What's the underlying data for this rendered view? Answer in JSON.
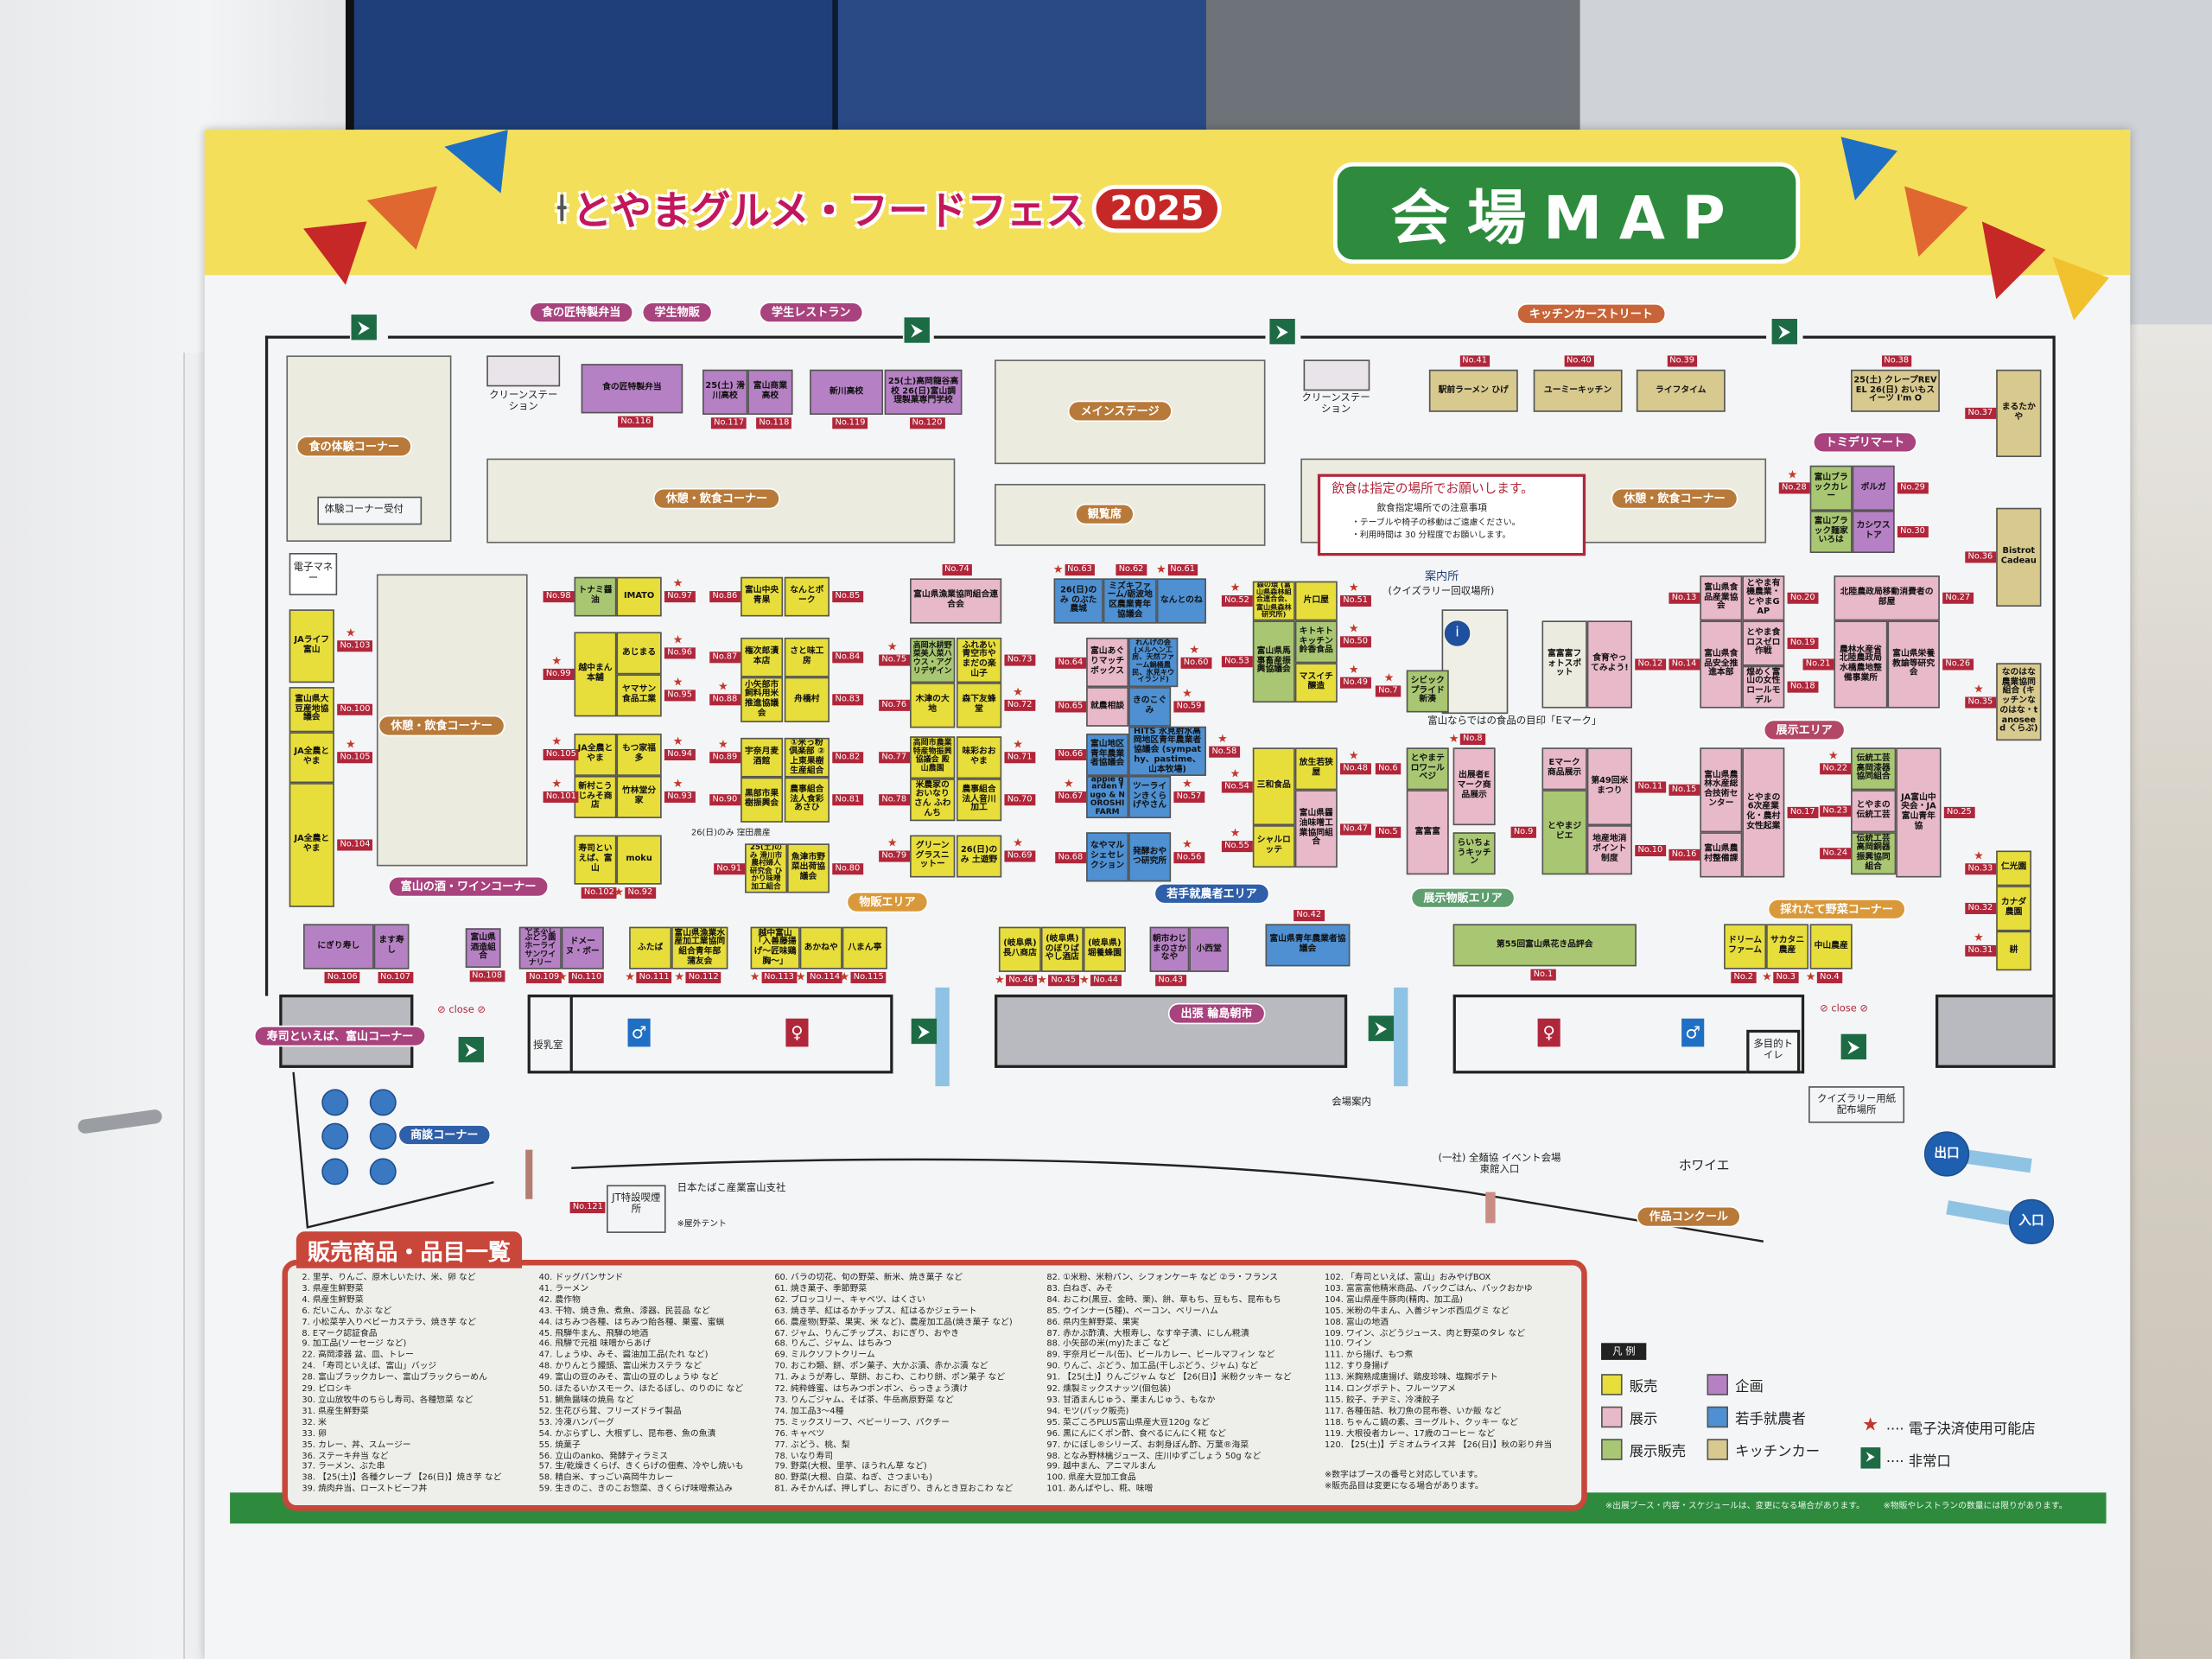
{
  "header": {
    "title": "とやまグルメ・フードフェス",
    "year": "2025",
    "map_title": "会場MAP"
  },
  "colors": {
    "sale": "#e7de3c",
    "event": "#b681c4",
    "exhibit": "#e7b9c9",
    "young": "#4e90d2",
    "exsale": "#a9c772",
    "kitchen": "#d8c98f",
    "plain": "#ecebdf"
  },
  "zones": [
    {
      "label": "食の匠特製弁当",
      "color": "#a8437e"
    },
    {
      "label": "学生物販",
      "color": "#a8437e"
    },
    {
      "label": "学生レストラン",
      "color": "#a8437e"
    },
    {
      "label": "キッチンカーストリート",
      "color": "#c8643a"
    },
    {
      "label": "食の体験コーナー",
      "color": "#b87a3a"
    },
    {
      "label": "休憩・飲食コーナー",
      "color": "#b87a3a"
    },
    {
      "label": "メインステージ",
      "color": "#b87a3a"
    },
    {
      "label": "観覧席",
      "color": "#b87a3a"
    },
    {
      "label": "休憩・飲食コーナー",
      "color": "#b87a3a"
    },
    {
      "label": "トミデリマート",
      "color": "#a8437e"
    },
    {
      "label": "休憩・飲食コーナー",
      "color": "#b87a3a"
    },
    {
      "label": "富山の酒・ワインコーナー",
      "color": "#a8437e"
    },
    {
      "label": "物販エリア",
      "color": "#d9993a"
    },
    {
      "label": "若手就農者エリア",
      "color": "#2f5fa8"
    },
    {
      "label": "展示物販エリア",
      "color": "#5f9e6e"
    },
    {
      "label": "展示エリア",
      "color": "#b34866"
    },
    {
      "label": "採れたて野菜コーナー",
      "color": "#d9993a"
    },
    {
      "label": "寿司といえば、富山コーナー",
      "color": "#a8437e"
    },
    {
      "label": "出張 輪島朝市",
      "color": "#a8437e"
    },
    {
      "label": "商談コーナー",
      "color": "#2f5fa8"
    },
    {
      "label": "作品コンクール",
      "color": "#b87a3a"
    }
  ],
  "booths": [
    {
      "no": "116",
      "name": "食の匠特製弁当",
      "cat": "event"
    },
    {
      "no": "117",
      "name": "25(土) 滑川高校",
      "cat": "event"
    },
    {
      "no": "118",
      "name": "富山商業高校",
      "cat": "event"
    },
    {
      "no": "119",
      "name": "新川高校",
      "cat": "event"
    },
    {
      "no": "120",
      "name": "25(土)高岡龍谷高校 26(日)富山調理製菓専門学校",
      "cat": "event"
    },
    {
      "no": "41",
      "name": "駅前ラーメン ひげ",
      "cat": "kitchen"
    },
    {
      "no": "40",
      "name": "ユーミーキッチン",
      "cat": "kitchen"
    },
    {
      "no": "39",
      "name": "ライフタイム",
      "cat": "kitchen"
    },
    {
      "no": "38",
      "name": "25(土) クレープREVEL 26(日) おいもスイーツ I'm O",
      "cat": "kitchen"
    },
    {
      "no": "37",
      "name": "まるたかや",
      "cat": "kitchen"
    },
    {
      "no": "36",
      "name": "Bistrot Cadeau",
      "cat": "kitchen"
    },
    {
      "no": "35",
      "name": "なのはな農業協同組合 (キッチンなのはな・tanoseed くらぶ)",
      "cat": "kitchen",
      "star": true
    },
    {
      "no": "28",
      "name": "富山ブラックカレー",
      "cat": "exsale",
      "star": true
    },
    {
      "no": "29",
      "name": "ポルガ",
      "cat": "event"
    },
    {
      "no": "",
      "name": "富山ブラック麺家いろは",
      "cat": "exsale"
    },
    {
      "no": "30",
      "name": "カシワストア",
      "cat": "event"
    },
    {
      "no": "103",
      "name": "JAライフ富山",
      "cat": "sale",
      "star": true
    },
    {
      "no": "100",
      "name": "富山県大豆産地協議会",
      "cat": "sale"
    },
    {
      "no": "105",
      "name": "JA全農とやま",
      "cat": "sale",
      "star": true
    },
    {
      "no": "104",
      "name": "JA全農とやま",
      "cat": "sale"
    },
    {
      "no": "98",
      "name": "トナミ醤油",
      "cat": "exsale"
    },
    {
      "no": "97",
      "name": "IMATO",
      "cat": "sale",
      "star": true
    },
    {
      "no": "99",
      "name": "越中まん本舗",
      "cat": "sale",
      "star": true
    },
    {
      "no": "96",
      "name": "あじまる",
      "cat": "sale",
      "star": true
    },
    {
      "no": "95",
      "name": "ヤマサン食品工業",
      "cat": "sale",
      "star": true
    },
    {
      "no": "105",
      "name": "JA全農とやま",
      "cat": "sale",
      "star": true
    },
    {
      "no": "94",
      "name": "もつ家福多",
      "cat": "sale",
      "star": true
    },
    {
      "no": "101",
      "name": "新村こうじみそ商店",
      "cat": "sale",
      "star": true
    },
    {
      "no": "93",
      "name": "竹林堂分家",
      "cat": "sale",
      "star": true
    },
    {
      "no": "102",
      "name": "寿司といえば、富山",
      "cat": "sale"
    },
    {
      "no": "92",
      "name": "moku",
      "cat": "sale",
      "star": true
    },
    {
      "no": "86",
      "name": "富山中央青果",
      "cat": "sale"
    },
    {
      "no": "85",
      "name": "なんとポーク",
      "cat": "sale"
    },
    {
      "no": "87",
      "name": "権次郎漬本店",
      "cat": "sale"
    },
    {
      "no": "84",
      "name": "さと味工房",
      "cat": "sale"
    },
    {
      "no": "88",
      "name": "小矢部市飼料用米推進協議会",
      "cat": "sale",
      "star": true
    },
    {
      "no": "83",
      "name": "舟橋村",
      "cat": "sale"
    },
    {
      "no": "89",
      "name": "宇奈月麦酒館",
      "cat": "sale",
      "star": true
    },
    {
      "no": "82",
      "name": "①米っ粉倶楽部 ②上東果樹生産組合",
      "cat": "sale"
    },
    {
      "no": "90",
      "name": "黒部市果樹振興会",
      "cat": "sale"
    },
    {
      "no": "81",
      "name": "農事組合法人食彩あさひ",
      "cat": "sale"
    },
    {
      "no": "91",
      "name": "25(土)のみ 滑川市農村婦人研究会 ひかり味噌加工組合",
      "cat": "sale"
    },
    {
      "no": "80",
      "name": "魚津市野菜出荷協議会",
      "cat": "sale"
    },
    {
      "no": "74",
      "name": "富山県漁業協同組合連合会",
      "cat": "exhibit"
    },
    {
      "no": "75",
      "name": "高岡水耕野菜美人菜ハウス・アグリデザイン",
      "cat": "exsale",
      "star": true
    },
    {
      "no": "73",
      "name": "ふれあい青空市やまだの楽山子",
      "cat": "sale"
    },
    {
      "no": "76",
      "name": "木津の大地",
      "cat": "sale"
    },
    {
      "no": "72",
      "name": "森下友蜂堂",
      "cat": "sale",
      "star": true
    },
    {
      "no": "77",
      "name": "高岡市農業特産物振興協議会 殿山農園",
      "cat": "sale"
    },
    {
      "no": "71",
      "name": "味彩おおやま",
      "cat": "sale",
      "star": true
    },
    {
      "no": "78",
      "name": "米農家のおいなりさん ふわんち",
      "cat": "sale"
    },
    {
      "no": "70",
      "name": "農事組合法人音川加工",
      "cat": "sale"
    },
    {
      "no": "79",
      "name": "グリーングラスニットー",
      "cat": "sale",
      "star": true
    },
    {
      "no": "69",
      "name": "26(日)のみ 土遊野",
      "cat": "sale",
      "star": true
    },
    {
      "no": "63",
      "name": "26(日)のみ のぶた農城",
      "cat": "young",
      "star": true
    },
    {
      "no": "62",
      "name": "ミズキファーム/砺波地区農業青年協議会",
      "cat": "young"
    },
    {
      "no": "61",
      "name": "なんとのね",
      "cat": "young",
      "star": true
    },
    {
      "no": "64",
      "name": "富山あぐりマッチボックス",
      "cat": "exhibit"
    },
    {
      "no": "60",
      "name": "れんげの会 (メルヘン工房、天然ファーム鍋桶農民、氷見キウイランド)",
      "cat": "young",
      "star": true
    },
    {
      "no": "65",
      "name": "就農相談",
      "cat": "exhibit"
    },
    {
      "no": "59",
      "name": "きのこぐみ",
      "cat": "young",
      "star": true
    },
    {
      "no": "66",
      "name": "富山地区青年農業者協議会",
      "cat": "young"
    },
    {
      "no": "58",
      "name": "HITS 氷見射水高岡地区青年農業者協議会 (sympathy、pastime、山本牧場)",
      "cat": "young",
      "star": true
    },
    {
      "no": "67",
      "name": "apple garden fugo & NOROSHI FARM",
      "cat": "young",
      "star": true
    },
    {
      "no": "57",
      "name": "ツーラインきくらげやさん",
      "cat": "young",
      "star": true
    },
    {
      "no": "68",
      "name": "なやマルシェセレクション",
      "cat": "young"
    },
    {
      "no": "56",
      "name": "発酵おやつ研究所",
      "cat": "young",
      "star": true
    },
    {
      "no": "52",
      "name": "森の環 (富山県森林組合連合会、富山県森林研究所)",
      "cat": "sale",
      "star": true
    },
    {
      "no": "51",
      "name": "片口屋",
      "cat": "sale",
      "star": true
    },
    {
      "no": "53",
      "name": "富山県馬事畜産振興協議会",
      "cat": "exsale"
    },
    {
      "no": "50",
      "name": "キトキトキッチン鈴香食品",
      "cat": "exsale",
      "star": true
    },
    {
      "no": "49",
      "name": "マスイチ醸造",
      "cat": "sale",
      "star": true
    },
    {
      "no": "54",
      "name": "三和食品",
      "cat": "sale",
      "star": true
    },
    {
      "no": "48",
      "name": "放生若狭屋",
      "cat": "sale",
      "star": true
    },
    {
      "no": "47",
      "name": "富山県醤油味噌工業協同組合",
      "cat": "exhibit"
    },
    {
      "no": "55",
      "name": "シャルロッテ",
      "cat": "sale",
      "star": true
    },
    {
      "no": "7",
      "name": "シビックプライド新湊",
      "cat": "exsale",
      "star": true
    },
    {
      "no": "",
      "name": "富富富フォトスポット",
      "cat": "plain"
    },
    {
      "no": "12",
      "name": "食育やってみよう!",
      "cat": "exhibit"
    },
    {
      "no": "6",
      "name": "とやまテロワールベジ",
      "cat": "exsale"
    },
    {
      "no": "5",
      "name": "富富富",
      "cat": "exhibit"
    },
    {
      "no": "8",
      "name": "出展者Eマーク商品展示",
      "cat": "exhibit",
      "star": true
    },
    {
      "no": "",
      "name": "らいちょうキッチン",
      "cat": "exsale"
    },
    {
      "no": "",
      "name": "Eマーク商品展示",
      "cat": "exhibit"
    },
    {
      "no": "11",
      "name": "第49回米まつり",
      "cat": "exhibit"
    },
    {
      "no": "9",
      "name": "とやまジビエ",
      "cat": "exsale"
    },
    {
      "no": "10",
      "name": "地産地消ポイント制度",
      "cat": "exhibit"
    },
    {
      "no": "13",
      "name": "富山県食品産業協会",
      "cat": "exhibit"
    },
    {
      "no": "20",
      "name": "とやま有機農業・とやまGAP",
      "cat": "exhibit"
    },
    {
      "no": "14",
      "name": "富山県食品安全推進本部",
      "cat": "exhibit"
    },
    {
      "no": "19",
      "name": "とやま食ロスゼロ作戦",
      "cat": "exhibit"
    },
    {
      "no": "18",
      "name": "煌めく富山の女性ロールモデル",
      "cat": "exhibit"
    },
    {
      "no": "27",
      "name": "北陸農政局移動消費者の部屋",
      "cat": "exhibit"
    },
    {
      "no": "21",
      "name": "農林水産省北陸農政局水橋農地整備事業所",
      "cat": "exhibit"
    },
    {
      "no": "26",
      "name": "富山県栄養教諭等研究会",
      "cat": "exhibit"
    },
    {
      "no": "15",
      "name": "富山県農林水産総合技術センター",
      "cat": "exhibit"
    },
    {
      "no": "17",
      "name": "とやまの6次産業化・農村女性起業",
      "cat": "exhibit"
    },
    {
      "no": "16",
      "name": "富山県農村整備課",
      "cat": "exhibit"
    },
    {
      "no": "22",
      "name": "伝統工芸高岡漆器協同組合",
      "cat": "exsale",
      "star": true
    },
    {
      "no": "23",
      "name": "とやまの伝統工芸",
      "cat": "exhibit"
    },
    {
      "no": "24",
      "name": "伝統工芸高岡銅器振興協同組合",
      "cat": "exsale"
    },
    {
      "no": "25",
      "name": "JA富山中央会・JA富山青年協",
      "cat": "exhibit"
    },
    {
      "no": "33",
      "name": "仁光園",
      "cat": "sale",
      "star": true
    },
    {
      "no": "32",
      "name": "カナダ農園",
      "cat": "sale"
    },
    {
      "no": "31",
      "name": "耕",
      "cat": "sale",
      "star": true
    },
    {
      "no": "2",
      "name": "ドリームファーム",
      "cat": "sale"
    },
    {
      "no": "3",
      "name": "サカタニ農産",
      "cat": "sale",
      "star": true
    },
    {
      "no": "4",
      "name": "中山農産",
      "cat": "sale",
      "star": true
    },
    {
      "no": "1",
      "name": "第55回富山県花き品評会",
      "cat": "exsale"
    },
    {
      "no": "46",
      "name": "(岐阜県) 長八商店",
      "cat": "sale",
      "star": true
    },
    {
      "no": "45",
      "name": "(岐阜県) のぼりばやし酒店",
      "cat": "sale",
      "star": true
    },
    {
      "no": "44",
      "name": "(岐阜県) 堀養蜂園",
      "cat": "sale",
      "star": true
    },
    {
      "no": "43",
      "name": "朝市わじまのさかなや",
      "cat": "event"
    },
    {
      "no": "",
      "name": "小西堂",
      "cat": "event"
    },
    {
      "no": "42",
      "name": "富山県青年農業者協議会",
      "cat": "young"
    },
    {
      "no": "106",
      "name": "にぎり寿し",
      "cat": "event"
    },
    {
      "no": "107",
      "name": "ます寿し",
      "cat": "event"
    },
    {
      "no": "108",
      "name": "富山県酒造組合",
      "cat": "event"
    },
    {
      "no": "109",
      "name": "やまふじぶどう園ホーライサンワイナリー",
      "cat": "event"
    },
    {
      "no": "110",
      "name": "ドメーヌ・ボー",
      "cat": "event",
      "star": true
    },
    {
      "no": "111",
      "name": "ふたば",
      "cat": "sale",
      "star": true
    },
    {
      "no": "112",
      "name": "富山県漁業水産加工業協同組合青年部 蒲友会",
      "cat": "sale",
      "star": true
    },
    {
      "no": "113",
      "name": "越中富山「入善藤揚げ〜匠味鶏胸〜」",
      "cat": "sale",
      "star": true
    },
    {
      "no": "114",
      "name": "あかねや",
      "cat": "sale",
      "star": true
    },
    {
      "no": "115",
      "name": "八まん亭",
      "cat": "sale",
      "star": true
    }
  ],
  "labels": {
    "clean_station": "クリーンステーション",
    "taiken_reception": "体験コーナー受付",
    "e_money": "電子マネー",
    "info": "案内所",
    "info_sub": "(クイズラリー回収場所)",
    "emark_heading": "富山ならではの食品の目印「Eマーク」",
    "kubota": "26(日)のみ 窪田農産",
    "notice_title": "飲食は指定の場所でお願いします。",
    "notice_sub": "飲食指定場所での注意事項",
    "notice_1": "・テーブルや椅子の移動はご遠慮ください。",
    "notice_2": "・利用時間は 30 分程度でお願いします。",
    "nursing": "授乳室",
    "multi_toilet": "多目的トイレ",
    "close": "close",
    "guide": "会場案内",
    "jt_booth": "JT特設喫煙所",
    "jt_no": "No.121",
    "jt_company": "日本たばこ産業富山支社",
    "jt_note": "※屋外テント",
    "zenmenkyo": "(一社) 全麺協 イベント会場 東館入口",
    "foyer": "ホワイエ",
    "quiz": "クイズラリー用紙配布場所",
    "exit": "出口",
    "entrance": "入口"
  },
  "product_list": {
    "title": "販売商品・品目一覧",
    "columns": [
      [
        "2. 里芋、りんご、原木しいたけ、米、卵 など",
        "3. 県産生鮮野菜",
        "4. 県産生鮮野菜",
        "6. だいこん、かぶ など",
        "7. 小松菜芋入りベビーカステラ、焼き芋 など",
        "8. Eマーク認証食品",
        "9. 加工品(ソーセージ など)",
        "22. 高岡漆器 盆、皿、トレー",
        "24. 「寿司といえば、富山」バッジ",
        "28. 富山ブラックカレー、富山ブラックらーめん",
        "29. ピロシキ",
        "30. 立山放牧牛のちらし寿司、各種惣菜 など",
        "31. 県産生鮮野菜",
        "32. 米",
        "33. 卵",
        "35. カレー、丼、スムージー",
        "36. ステーキ弁当 など",
        "37. ラーメン、ぶた串",
        "38. 【25(土)】各種クレープ 【26(日)】焼き芋 など",
        "39. 焼肉弁当、ローストビーフ丼"
      ],
      [
        "40. ドッグパンサンド",
        "41. ラーメン",
        "42. 農作物",
        "43. 干物、焼き魚、煮魚、漆器、民芸品 など",
        "44. はちみつ各種、はちみつ飴各種、巣蜜、蜜蝋",
        "45. 飛騨牛まん、飛騨の地酒",
        "46. 飛騨で元祖 味噌からあげ",
        "47. しょうゆ、みそ、醤油加工品(たれ など)",
        "48. かりんとう饅頭、富山米カステラ など",
        "49. 富山の豆のみそ、富山の豆のしょうゆ など",
        "50. ほたるいかスモーク、ほたるぼし、のりのに など",
        "51. 鯛魚醤味の焼鳥 など",
        "52. 生花びら茸、フリーズドライ製品",
        "53. 冷凍ハンバーグ",
        "54. かぶらずし、大根ずし、昆布巻、魚の魚漬",
        "55. 焼菓子",
        "56. 立山のanko、発酵ティラミス",
        "57. 生/乾燥きくらげ、きくらげの佃煮、冷やし焼いも",
        "58. 精白米、すっごい高岡牛カレー",
        "59. 生きのこ、きのこお惣菜、きくらげ味噌煮込み"
      ],
      [
        "60. バラの切花、旬の野菜、新米、焼き菓子 など",
        "61. 焼き菓子、季節野菜",
        "62. ブロッコリー、キャベツ、はくさい",
        "63. 焼き芋、紅はるかチップス、紅はるかジェラート",
        "66. 農産物(野菜、果実、米 など)、農産加工品(焼き菓子 など)",
        "67. ジャム、りんごチップス、おにぎり、おやき",
        "68. りんご、ジャム、はちみつ",
        "69. ミルクソフトクリーム",
        "70. おこわ類、餅、ポン菓子、大かぶ漬、赤かぶ漬 など",
        "71. みょうが寿し、草餅、おこわ、こわり餅、ポン菓子 など",
        "72. 純粋蜂蜜、はちみつボンボン、らっきょう漬け",
        "73. りんごジャム、そば茶、牛岳高原野菜 など",
        "74. 加工品3〜4種",
        "75. ミックスリーフ、ベビーリーフ、パクチー",
        "76. キャベツ",
        "77. ぶどう、桃、梨",
        "78. いなり寿司",
        "79. 野菜(大根、里芋、ほうれん草 など)",
        "80. 野菜(大根、白菜、ねぎ、さつまいも)",
        "81. みそかんぱ、押しずし、おにぎり、きんとき豆おこわ など"
      ],
      [
        "82. ①米粉、米粉パン、シフォンケーキ など ②ラ・フランス",
        "83. 白ねぎ、みそ",
        "84. おこわ(黒豆、金時、栗)、餅、草もち、豆もち、昆布もち",
        "85. ウインナー(5種)、ベーコン、ベリーハム",
        "86. 県内生鮮野菜、果実",
        "87. 赤かぶ酢漬、大根寿し、なす辛子漬、にしん糀漬",
        "88. 小矢部の米(my)たまご など",
        "89. 宇奈月ビール(缶)、ビールカレー、ビールマフィン など",
        "90. りんご、ぶどう、加工品(干しぶどう、ジャム) など",
        "91. 【25(土)】りんごジャム など 【26(日)】米粉クッキー など",
        "92. 燻製ミックスナッツ(個包装)",
        "93. 甘酒まんじゅう、栗まんじゅう、もなか",
        "94. モツ(パック販売)",
        "95. 菜ごころPLUS富山県産大豆120g など",
        "96. 黒にんにくポン酢、食べるにんにく糀 など",
        "97. かにぼし®シリーズ、お刺身ぽん酢、万葉®海菜",
        "98. となみ野林檎ジュース、庄川ゆずごしょう 50g など",
        "99. 越中まん、アニマルまん",
        "100. 県産大豆加工食品",
        "101. あんばやし、糀、味噌"
      ],
      [
        "102. 「寿司といえば、富山」おみやげBOX",
        "103. 富富富他精米商品、パックごはん、パックおかゆ",
        "104. 富山県産牛豚肉(精肉、加工品)",
        "105. 米粉の牛まん、入善ジャンボ西瓜グミ など",
        "108. 富山の地酒",
        "109. ワイン、ぶどうジュース、肉と野菜のタレ など",
        "110. ワイン",
        "111. から揚げ、もつ煮",
        "112. すり身揚げ",
        "113. 米麹熟成唐揚げ、鶏皮珍味、塩麹ポテト",
        "114. ロングポテト、フルーツアメ",
        "115. 餃子、チヂミ、冷凍餃子",
        "117. 各種缶詰、秋刀魚の昆布巻、いか飯 など",
        "118. ちゃんこ鍋の素、ヨーグルト、クッキー など",
        "119. 大根役者カレー、17歳のコーヒー など",
        "120. 【25(土)】デミオムライス丼 【26(日)】秋の彩り弁当"
      ]
    ],
    "notes": [
      "※数字はブースの番号と対応しています。",
      "※販売品目は変更になる場合があります。"
    ]
  },
  "legend": {
    "title": "凡 例",
    "items": [
      {
        "label": "販売",
        "cat": "sale"
      },
      {
        "label": "企画",
        "cat": "event"
      },
      {
        "label": "展示",
        "cat": "exhibit"
      },
      {
        "label": "若手就農者",
        "cat": "young"
      },
      {
        "label": "展示販売",
        "cat": "exsale"
      },
      {
        "label": "キッチンカー",
        "cat": "kitchen"
      }
    ],
    "star_label": "···· 電子決済使用可能店",
    "exit_label": "···· 非常口"
  },
  "footer": {
    "note1": "※出展ブース・内容・スケジュールは、変更になる場合があります。",
    "note2": "※物販やレストランの数量には限りがあります。"
  }
}
